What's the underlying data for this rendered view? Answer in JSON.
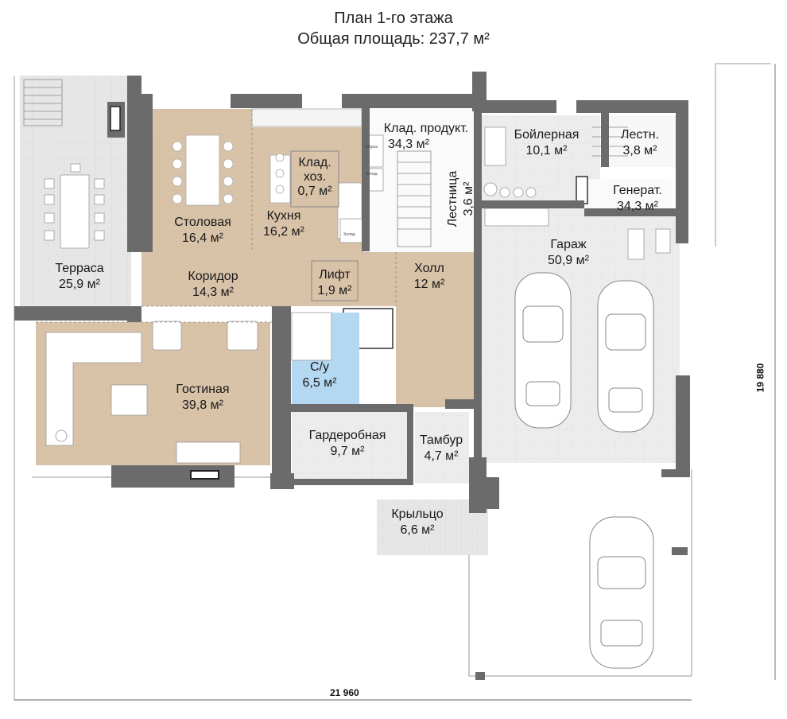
{
  "header": {
    "title": "План 1-го этажа",
    "subtitle": "Общая площадь: 237,7 м²"
  },
  "rooms": {
    "terrace": {
      "name": "Терраса",
      "area": "25,9 м²"
    },
    "dining": {
      "name": "Столовая",
      "area": "16,4 м²"
    },
    "kitchen": {
      "name": "Кухня",
      "area": "16,2 м²"
    },
    "storage": {
      "name": "Клад.",
      "name2": "хоз.",
      "area": "0,7 м²"
    },
    "pantry": {
      "name": "Клад. продукт.",
      "area": "34,3 м²"
    },
    "boiler": {
      "name": "Бойлерная",
      "area": "10,1 м²"
    },
    "stair_small": {
      "name": "Лестн.",
      "area": "3,8 м²"
    },
    "generator": {
      "name": "Генерат.",
      "area": "34,3 м²"
    },
    "staircase": {
      "name": "Лестница",
      "area": "3,6 м²"
    },
    "garage": {
      "name": "Гараж",
      "area": "50,9 м²"
    },
    "corridor": {
      "name": "Коридор",
      "area": "14,3 м²"
    },
    "lift": {
      "name": "Лифт",
      "area": "1,9 м²"
    },
    "hall": {
      "name": "Холл",
      "area": "12 м²"
    },
    "living": {
      "name": "Гостиная",
      "area": "39,8 м²"
    },
    "wc": {
      "name": "С/у",
      "area": "6,5 м²"
    },
    "wardrobe": {
      "name": "Гардеробная",
      "area": "9,7 м²"
    },
    "vestibule": {
      "name": "Тамбур",
      "area": "4,7 м²"
    },
    "porch": {
      "name": "Крыльцо",
      "area": "6,6 м²"
    }
  },
  "appliances": {
    "freezer": "Мороз.",
    "fridge1": "Холод",
    "fridge2": "Холод"
  },
  "dimensions": {
    "width": "21 960",
    "height": "19 880"
  },
  "colors": {
    "wood": "#d8c2a8",
    "tile": "#e7e7e7",
    "wall": "#6b6b6b",
    "bath": "#b5d8f2",
    "terrace": "#e3e3e3"
  }
}
